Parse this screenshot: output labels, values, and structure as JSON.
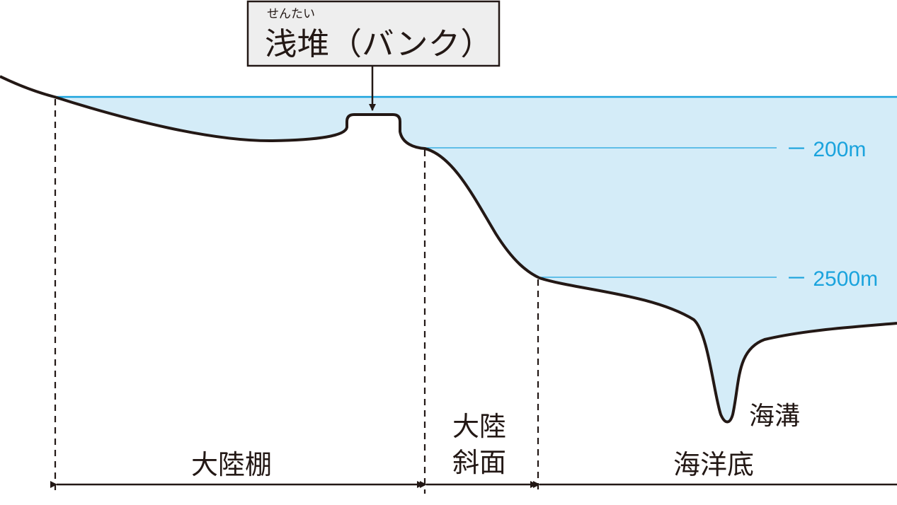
{
  "colors": {
    "water_fill": "#d4ecf8",
    "water_line": "#1aa3dd",
    "ink": "#231815",
    "callout_box_fill": "#eeeeee"
  },
  "callout": {
    "ruby": "せんたい",
    "title": "浅堆（バンク）"
  },
  "depth_markers": [
    {
      "label": "－ 200m"
    },
    {
      "label": "－ 2500m"
    }
  ],
  "labels": {
    "trench": "海溝"
  },
  "zones": [
    {
      "lines": [
        "大陸棚"
      ]
    },
    {
      "lines": [
        "大陸",
        "斜面"
      ]
    },
    {
      "lines": [
        "海洋底"
      ]
    }
  ]
}
